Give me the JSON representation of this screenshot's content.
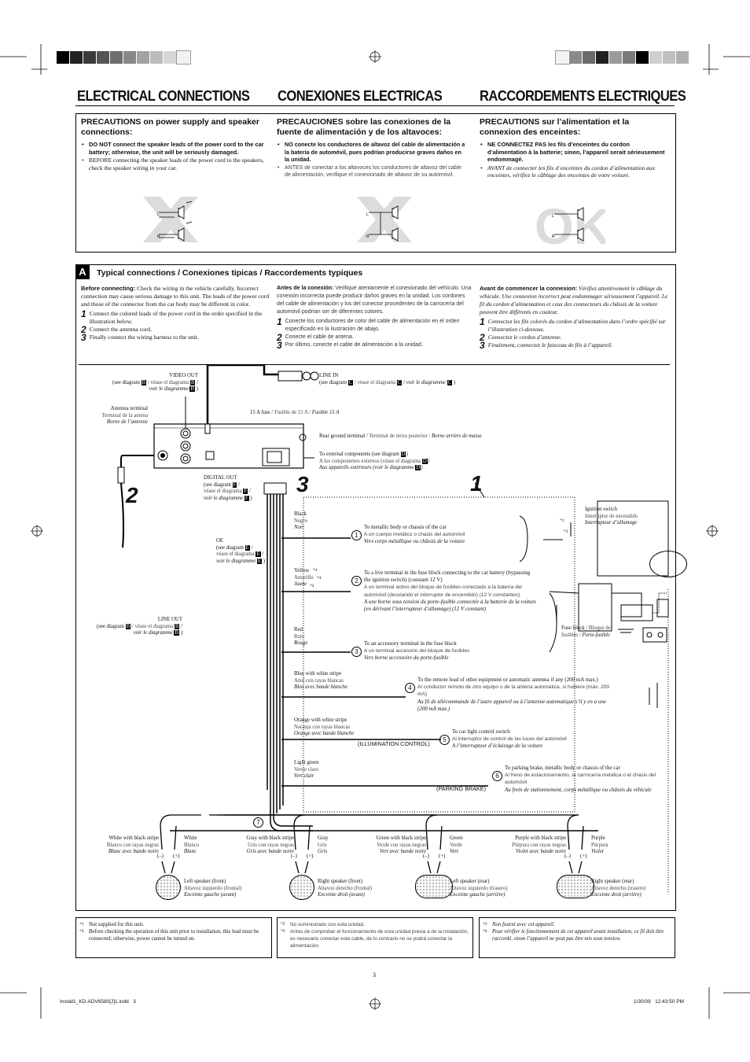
{
  "colorbars": {
    "left": [
      "#000000",
      "#222222",
      "#3a3a3a",
      "#555555",
      "#6e6e6e",
      "#888888",
      "#a2a2a2",
      "#bcbcbc",
      "#d6d6d6",
      "#f2f2f2"
    ],
    "right": [
      "#f2f2f2",
      "#8a8a8a",
      "#6a6a6a",
      "#202020",
      "#9a9a9a",
      "#7a7a7a",
      "#000000",
      "#cfcfcf",
      "#c0c0c0",
      "#b0b0b0"
    ]
  },
  "headers": {
    "en": "ELECTRICAL CONNECTIONS",
    "es": "CONEXIONES ELECTRICAS",
    "fr": "RACCORDEMENTS ELECTRIQUES"
  },
  "precautions": {
    "en": {
      "title": "PRECAUTIONS on power supply and speaker connections:",
      "b1": "DO NOT connect the speaker leads of the power cord to the car battery; otherwise, the unit will be seriously damaged.",
      "b2": "BEFORE connecting the speaker leads of the power cord to the speakers, check the speaker wiring in your car."
    },
    "es": {
      "title": "PRECAUCIONES sobre las conexiones de la fuente de alimentación y de los altavoces:",
      "b1": "NO conecte los conductores de altavoz del cable de alimentación a la batería de automóvil, pues podrían producirse graves daños en la unidad.",
      "b2": "ANTES de conectar a los altavoces los conductores de altavoz del cable de alimentación, verifique el conexionado de altavoz de su automóvil."
    },
    "fr": {
      "title": "PRECAUTIONS sur l’alimentation et la connexion des enceintes:",
      "b1": "NE CONNECTEZ PAS les fils d’enceintes du cordon d’alimentation à la batterie; sinon, l’appareil serait sérieusement endommagé.",
      "b2": "AVANT de connecter les fils d’enceintes du cordon d’alimentation aux enceintes, vérifiez le câblage des enceintes de votre voiture."
    },
    "ok_mark": "OK",
    "wire_l": "L",
    "wire_r": "R"
  },
  "sectionA": {
    "badge": "A",
    "title": "Typical connections / Conexiones tipicas / Raccordements typiques",
    "en": {
      "intro_bold": "Before connecting:",
      "intro": " Check the wiring in the vehicle carefully. Incorrect connection may cause serious damage to this unit. The leads of the power cord and those of the connector from the car body may be different in color.",
      "s1n": "1",
      "s1": "Connect the colored leads of the power cord in the order specified in the illustration below.",
      "s2n": "2",
      "s2": "Connect the antenna cord.",
      "s3n": "3",
      "s3": "Finally connect the wiring harness to the unit."
    },
    "es": {
      "intro_bold": "Antes de la conexión:",
      "intro": " Verifique atentamente el conexionado del vehículo. Una conexión incorrecta puede producir daños graves en la unidad. Los cordones del cable de alimentación y los del conector procedentes de la carrocería del automóvil podrían ser de diferentes colores.",
      "s1n": "1",
      "s1": "Conecte los conductores de color del cable de alimentación en el orden especificado en la ilustración de abajo.",
      "s2n": "2",
      "s2": "Conecte el cable de antena.",
      "s3n": "3",
      "s3": "Por último, conecte el cable de alimentación a la unidad."
    },
    "fr": {
      "intro_bold": "Avant de commencer la connexion:",
      "intro": " Vérifiez attentivement le câblage du véhicule. Une connexion incorrect peut endommager sérieusement l’appareil. Le fil du cordon d’alimentation et ceux des connecteurs du châssis de la voiture peuvent être différents en couleur.",
      "s1n": "1",
      "s1": "Connectez les fils colorés du cordon d’alimentation dans l’ordre spécifié sur l’illustration ci-dessous.",
      "s2n": "2",
      "s2": "Connectez le cordon d’antenne.",
      "s3n": "3",
      "s3": "Finalement, connectez le faisceau de fils à l’appareil."
    }
  },
  "diagram": {
    "video_out": {
      "a": "VIDEO OUT",
      "b": "(see diagram",
      "c": "/ véase el diagrama",
      "d": "/",
      "e": "voir le diagramme",
      "f": ")"
    },
    "line_in": {
      "a": "LINE IN",
      "b": "(see diagram",
      "c": "/ véase el diagrama",
      "d": "/ voir le diagramme",
      "e": ")"
    },
    "antenna": {
      "a": "Antenna terminal",
      "b": "Terminal de la antena",
      "c": "Borne de l’antenne"
    },
    "fuse": {
      "a": "15 A fuse",
      "b": " / Fusible de 15 A / ",
      "c": "Fusible 15 A"
    },
    "rear_ground": {
      "a": "Rear ground terminal",
      "b": " / Terminal de tierra posterior / ",
      "c": "Borne arrière de masse"
    },
    "ext_comp": {
      "a": "To external components (see diagram",
      "b": "A los componentes externos (véase el diagrama",
      "c": "Aux appareils extérieurs (voir le diagramme"
    },
    "digital_out": {
      "a": "DIGITAL OUT",
      "b": "(see diagram",
      "c": "véase el diagrama",
      "d": "voir le diagramme"
    },
    "oe": {
      "a": "OE",
      "b": "(see diagram",
      "c": "véase el diagrama",
      "d": "voir le diagramme"
    },
    "line_out": {
      "a": "LINE OUT",
      "b": "(see diagram",
      "c": "/ véase el diagrama",
      "d": "voir le diagramme"
    },
    "diagram_letters": {
      "b": "B",
      "c": "C",
      "d": "D",
      "e": "E",
      "f": "F"
    },
    "step1": "1",
    "step2": "2",
    "step3": "3",
    "ignition": {
      "a": "Ignition switch",
      "b": "Interruptor de encendido",
      "c": "Interrupteur d’allumage"
    },
    "fuse_block": {
      "a": "Fuse block",
      "b": " / Bloque de",
      "c": "fusibles / ",
      "d": "Porte-fusible"
    },
    "sup3": "*3",
    "sup4": "*4",
    "wires": [
      {
        "n": "1",
        "c1": "Black",
        "c2": "Negro",
        "c3": "Noir",
        "d1": "To metallic body or chassis of the car",
        "d2": "A un cuerpo metálico o chasis del automóvil",
        "d3": "Vers corps métallique ou châssis de la voiture"
      },
      {
        "n": "2",
        "c1": "Yellow",
        "c2": "Amarillo",
        "c3": "Jaune",
        "d1": "To a live terminal in the fuse block connecting to the car battery (bypassing the ignition switch) (constant 12 V)",
        "d2": "A un terminal activo del bloque de fusibles conectado a la batería del automóvil (desviando el interruptor de encendido) (12 V constantes)",
        "d3": "A une borne sous tension du porte-fusible connectée à la batterie de la voiture (en dérivant l’interrupteur d’allumage) (12 V constant)"
      },
      {
        "n": "3",
        "c1": "Red",
        "c2": "Rojo",
        "c3": "Rouge",
        "d1": "To an accessory terminal in the fuse block",
        "d2": "A un terminal accesorio del bloque de fusibles",
        "d3": "Vers borne accessoire du porte-fusible"
      },
      {
        "n": "4",
        "c1": "Blue with white stripe",
        "c2": "Azul con rayas blancas",
        "c3": "Bleu avec bande blanche",
        "d1": "To the remote lead of other equipment or automatic antenna if any (200 mA max.)",
        "d2": "Al conductor remoto de otro equipo o de la antena automática, si hubiere (máx. 200 mA)",
        "d3": "Au fil de télécommande de l’autre appareil ou à l’antenne automatique s’il y en a une (200 mA max.)"
      },
      {
        "n": "5",
        "c1": "Orange with white stripe",
        "c2": "Naranja con rayas blancas",
        "c3": "Orange avec bande blanche",
        "d1": "To car light control switch",
        "d2": "Al interruptor de control de las luces del automóvil",
        "d3": "A l’interrupteur d’éclairage de la voiture",
        "tag": "(ILLUMINATION CONTROL)"
      },
      {
        "n": "6",
        "c1": "Light green",
        "c2": "Verde claro",
        "c3": "Vert clair",
        "d1": "To parking brake, metallic body or chassis of the car",
        "d2": "Al freno de estacionamiento, la carrocería metálica o el chasis del automóvil",
        "d3": "Au frein de stationnement, corps métallique ou châssis du véhicule",
        "tag": "(PARKING BRAKE)"
      }
    ],
    "n7": "7",
    "speakers": [
      {
        "w1": "White with black stripe",
        "w2": "Blanco con rayas negras",
        "w3": "Blanc avec bande noire",
        "p1": "White",
        "p2": "Blanco",
        "p3": "Blanc",
        "s1": "Left speaker (front)",
        "s2": "Altavoz izquierdo (frontal)",
        "s3": "Enceinte gauche (avant)"
      },
      {
        "w1": "Gray with black stripe",
        "w2": "Gris con rayas negras",
        "w3": "Gris avec bande noire",
        "p1": "Gray",
        "p2": "Gris",
        "p3": "Gris",
        "s1": "Right speaker (front)",
        "s2": "Altavoz derecho (frontal)",
        "s3": "Enceinte droit (avant)"
      },
      {
        "w1": "Green with black stripe",
        "w2": "Verde con rayas negras",
        "w3": "Vert avec bande noire",
        "p1": "Green",
        "p2": "Verde",
        "p3": "Vert",
        "s1": "Left speaker (rear)",
        "s2": "Altavoz izquierdo (trasero)",
        "s3": "Enceinte gauche (arrière)"
      },
      {
        "w1": "Purple with black stripe",
        "w2": "Púrpura con rayas negras",
        "w3": "Violet avec bande noire",
        "p1": "Purple",
        "p2": "Púrpura",
        "p3": "Violet",
        "s1": "Right speaker (rear)",
        "s2": "Altavoz derecho (trasero)",
        "s3": "Enceinte droit (arrière)"
      }
    ],
    "polarity_minus": "(–)",
    "polarity_plus": "(+)"
  },
  "footnotes": {
    "en": {
      "n3": "*3",
      "t3": "Not supplied for this unit.",
      "n4": "*4",
      "t4": "Before checking the operation of this unit prior to installation, this lead must be connected; otherwise, power cannot be turned on."
    },
    "es": {
      "n3": "*3",
      "t3": "No suministrado con esta unidad.",
      "n4": "*4",
      "t4": "Antes de comprobar el funcionamiento de esta unidad previa a de la instalación, es necesario conectar este cable, de lo contrario no se podrá conectar la alimentación."
    },
    "fr": {
      "n3": "*3",
      "t3": "Non fourni avec cet appareil.",
      "n4": "*4",
      "t4": "Pour vérifier le fonctionnement de cet appareil avant installation, ce fil doit être raccordé, sinon l’appareil ne peut pas être mis sous tension."
    }
  },
  "page_number": "3",
  "slug": {
    "left": "Install1_KD-ADV6580[J]1.indd   3",
    "right": "1/30/09   12:43:50 PM"
  }
}
